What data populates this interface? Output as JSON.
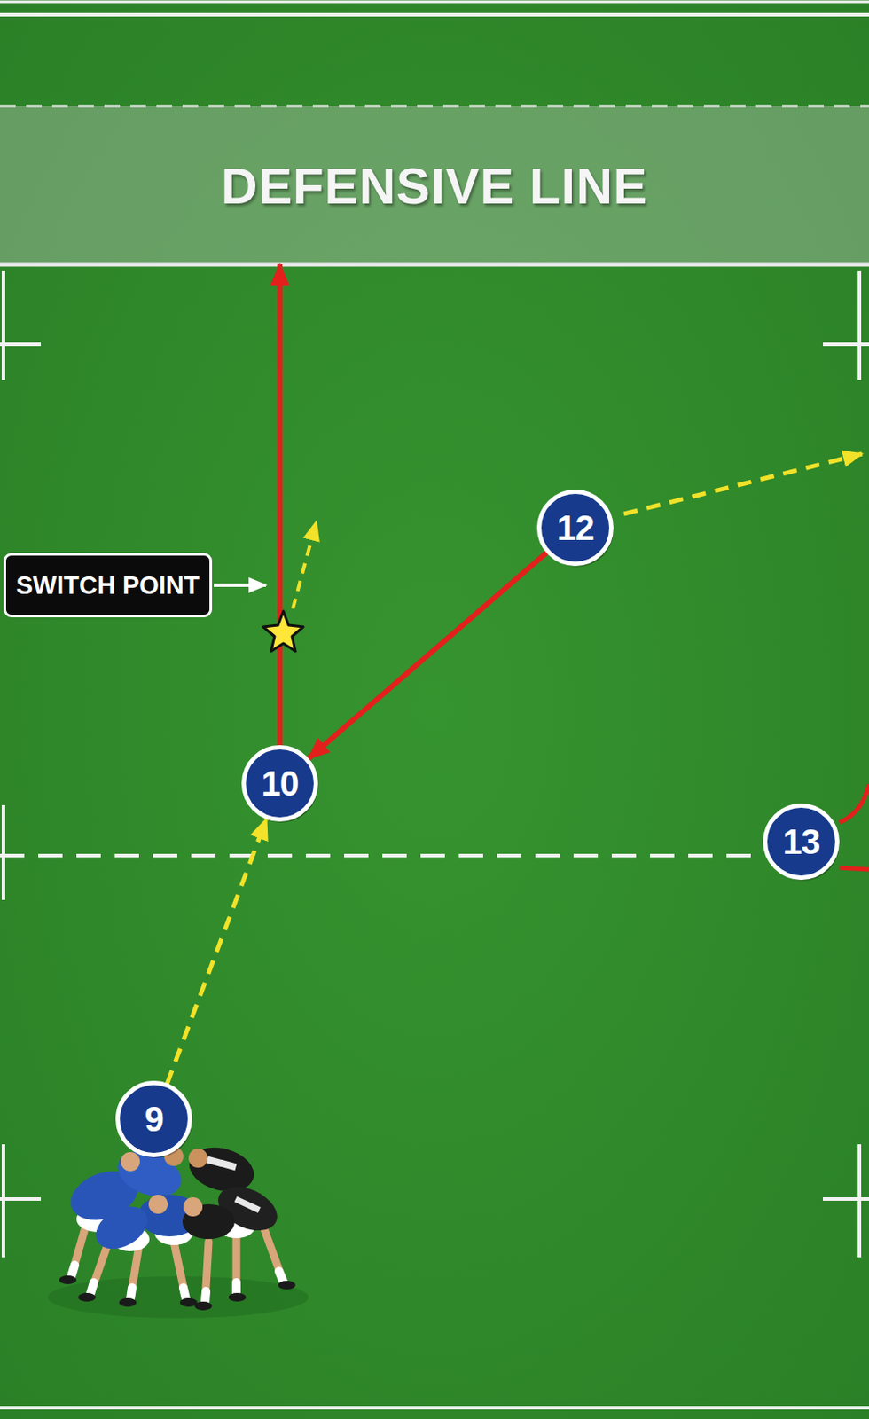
{
  "diagram": {
    "nodes": [
      {
        "text": [
          "DEFENSIVE LINE"
        ]
      },
      {
        "text": [
          "12"
        ]
      },
      {
        "text": [
          "SWITCH POINT"
        ]
      },
      {
        "text": [
          "10"
        ]
      },
      {
        "text": [
          "13"
        ]
      },
      {
        "text": [
          "9"
        ]
      }
    ],
    "edges": [
      {
        "from": 5,
        "to": 3,
        "arrow": "to"
      },
      {
        "from": 1,
        "to": 3,
        "arrow": "to"
      },
      {
        "from": 3,
        "to": 0,
        "arrow": "to"
      }
    ]
  }
}
